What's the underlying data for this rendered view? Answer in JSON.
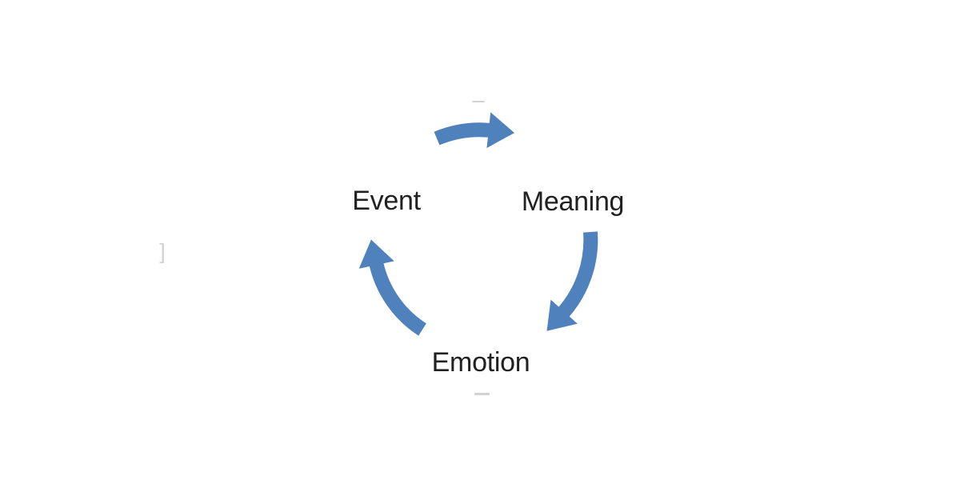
{
  "colors": {
    "arrow": "#4f81bd",
    "text": "#212121",
    "artifact": "#d2d2d2",
    "background": "#ffffff"
  },
  "diagram": {
    "type": "cycle",
    "direction": "clockwise",
    "nodes": [
      {
        "id": "event",
        "label": "Event"
      },
      {
        "id": "meaning",
        "label": "Meaning"
      },
      {
        "id": "emotion",
        "label": "Emotion"
      }
    ],
    "arrows": [
      {
        "from": "event",
        "to": "meaning"
      },
      {
        "from": "meaning",
        "to": "emotion"
      },
      {
        "from": "emotion",
        "to": "event"
      }
    ]
  },
  "artifacts": {
    "bracket_glyph": "]"
  }
}
